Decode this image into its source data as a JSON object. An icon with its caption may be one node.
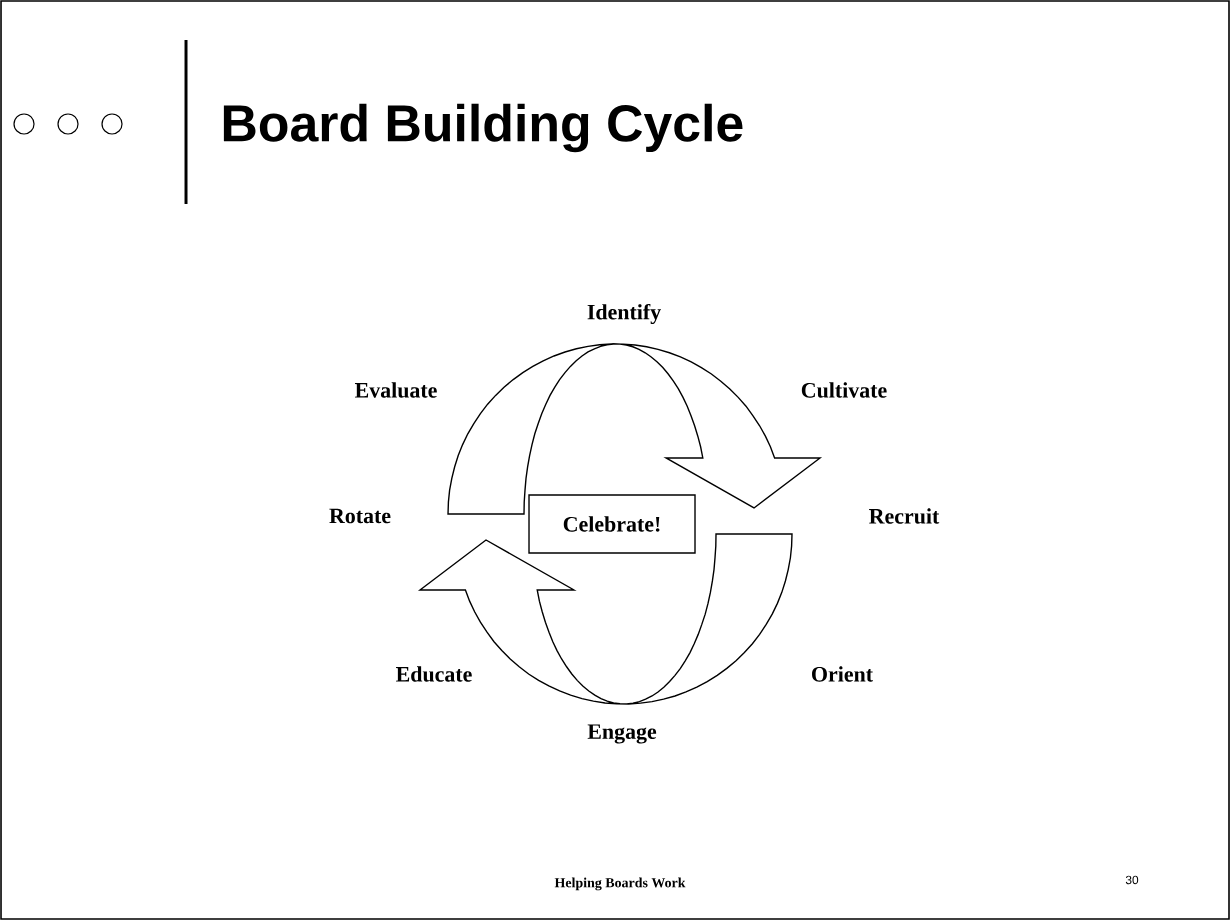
{
  "diagram": {
    "title": "Board Building Cycle",
    "nodes": [
      {
        "text": [
          "Celebrate!"
        ]
      }
    ],
    "labels": [
      "Identify",
      "Evaluate",
      "Cultivate",
      "Rotate",
      "Recruit",
      "Educate",
      "Orient",
      "Engage",
      "Helping Boards Work",
      "30"
    ]
  }
}
